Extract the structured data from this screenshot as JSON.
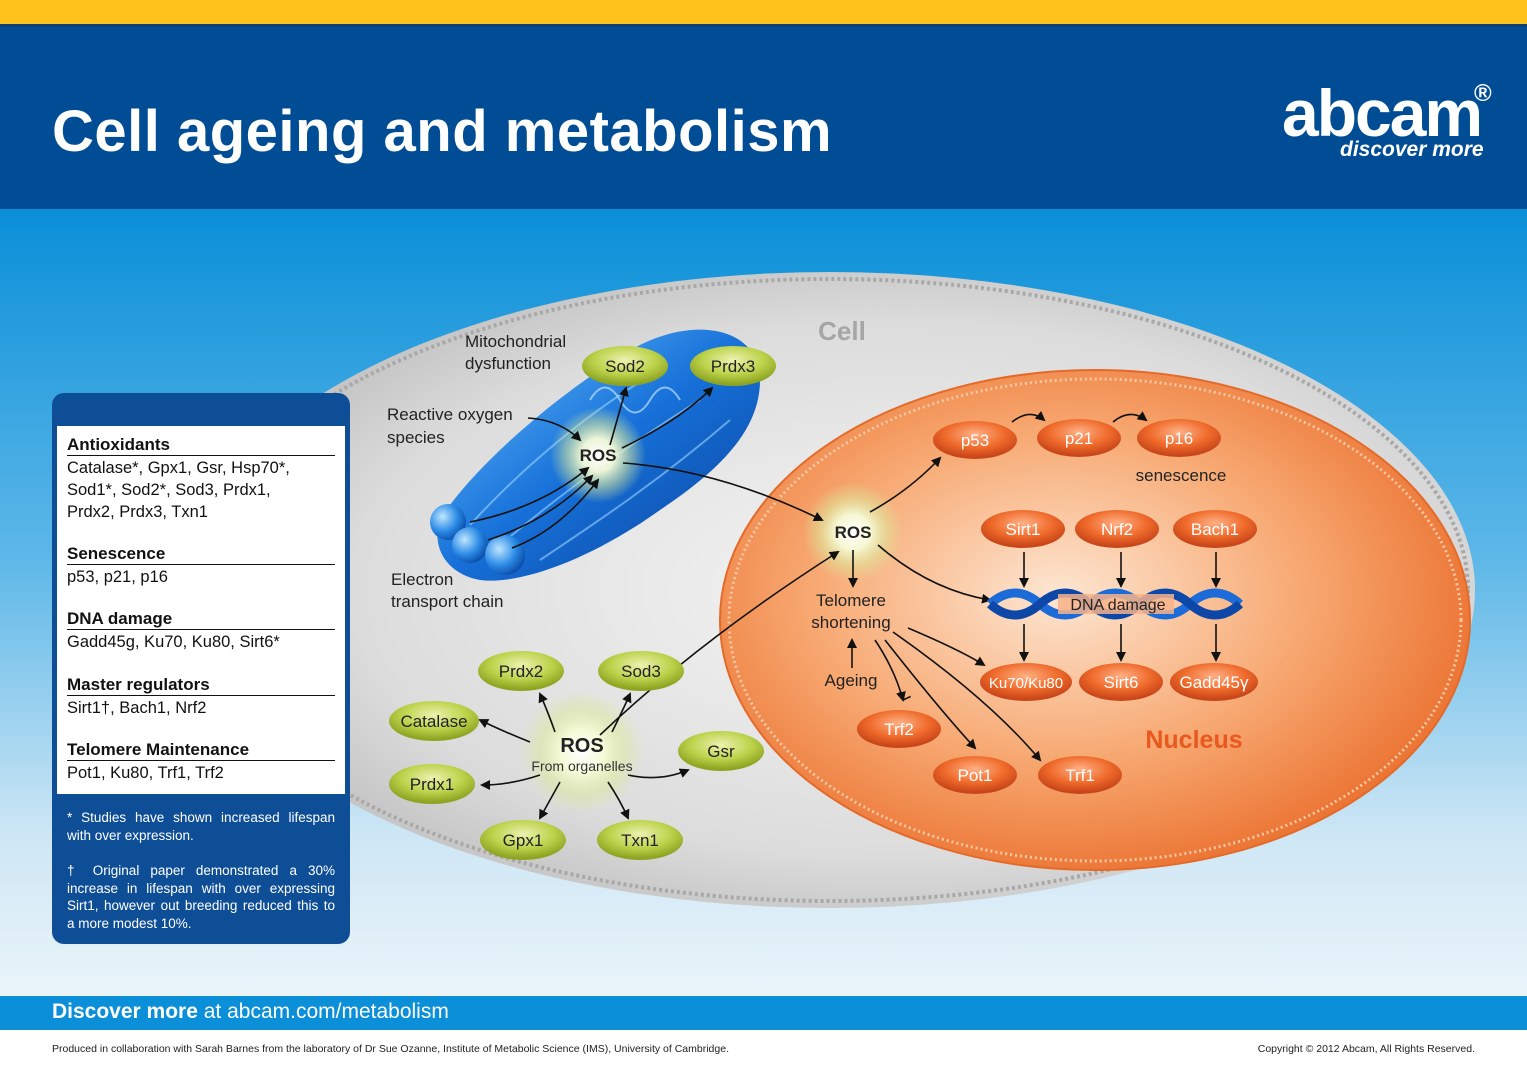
{
  "header": {
    "title": "Cell ageing and metabolism",
    "logo": "abcam",
    "logo_mark": "®",
    "tagline": "discover more"
  },
  "diagram": {
    "cell_label": "Cell",
    "nucleus_label": "Nucleus",
    "mito": {
      "label_dysfunction": [
        "Mitochondrial",
        "dysfunction"
      ],
      "label_ros_species": [
        "Reactive oxygen",
        "species"
      ],
      "label_etc": [
        "Electron",
        "transport chain"
      ],
      "ros": "ROS",
      "sod2": "Sod2",
      "prdx3": "Prdx3"
    },
    "organelles": {
      "ros": "ROS",
      "ros_sub": "From organelles",
      "prdx2": "Prdx2",
      "sod3": "Sod3",
      "catalase": "Catalase",
      "gsr": "Gsr",
      "prdx1": "Prdx1",
      "gpx1": "Gpx1",
      "txn1": "Txn1"
    },
    "nucleus": {
      "ros": "ROS",
      "p53": "p53",
      "p21": "p21",
      "p16": "p16",
      "senescence": "senescence",
      "sirt1": "Sirt1",
      "nrf2": "Nrf2",
      "bach1": "Bach1",
      "dna_damage": "DNA damage",
      "ku": "Ku70/Ku80",
      "sirt6": "Sirt6",
      "gadd45": "Gadd45γ",
      "telomere": [
        "Telomere",
        "shortening"
      ],
      "ageing": "Ageing",
      "trf2": "Trf2",
      "pot1": "Pot1",
      "trf1": "Trf1"
    }
  },
  "legend": {
    "sections": [
      {
        "heading": "Antioxidants",
        "lines": [
          "Catalase*, Gpx1, Gsr, Hsp70*,",
          "Sod1*, Sod2*, Sod3, Prdx1,",
          "Prdx2, Prdx3, Txn1"
        ]
      },
      {
        "heading": "Senescence",
        "lines": [
          "p53, p21, p16"
        ]
      },
      {
        "heading": "DNA damage",
        "lines": [
          "Gadd45g, Ku70, Ku80, Sirt6*"
        ]
      },
      {
        "heading": "Master regulators",
        "lines": [
          "Sirt1†, Bach1, Nrf2"
        ]
      },
      {
        "heading": "Telomere Maintenance",
        "lines": [
          "Pot1, Ku80, Trf1, Trf2"
        ]
      }
    ],
    "note1": "* Studies have shown increased lifespan with over expression.",
    "note2": "† Original paper demonstrated a 30% increase in lifespan with over expressing Sirt1, however out breeding reduced this to a more modest 10%."
  },
  "footer": {
    "discover_bold": "Discover more",
    "discover_rest": " at abcam.com/metabolism",
    "credit": "Produced in collaboration with Sarah Barnes from the laboratory of Dr Sue Ozanne, Institute of Metabolic Science (IMS), University of Cambridge.",
    "copyright": "Copyright © 2012 Abcam, All Rights Reserved."
  },
  "colors": {
    "header_blue": "#004d95",
    "top_strip": "#fcc21b",
    "green_node": "#b5cc3b",
    "orange_node": "#e8581f",
    "nucleus": "#f08a45",
    "footer_blue": "#0a8fd8"
  }
}
